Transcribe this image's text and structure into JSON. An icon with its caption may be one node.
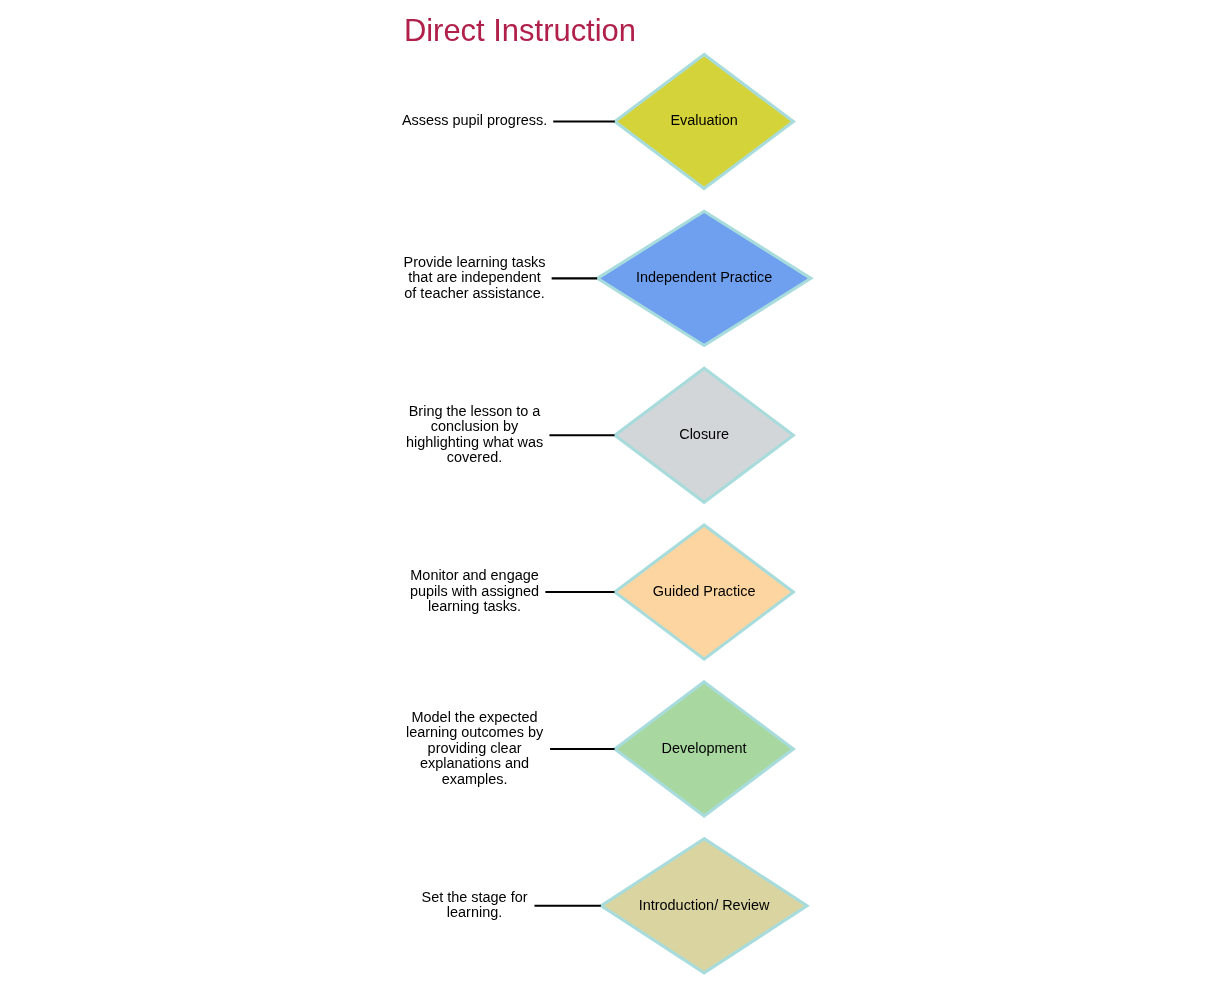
{
  "diagram": {
    "title": "Direct Instruction",
    "nodes": [
      {
        "text": [
          "Introduction/ Review"
        ]
      },
      {
        "text": [
          "Development"
        ]
      },
      {
        "text": [
          "Guided Practice"
        ]
      },
      {
        "text": [
          "Closure"
        ]
      },
      {
        "text": [
          "Independent Practice"
        ]
      },
      {
        "text": [
          "Evaluation"
        ]
      },
      {
        "text": [
          "Set the stage for learning."
        ]
      },
      {
        "text": [
          "Model the expected learning outcomes by providing clear explanations and examples."
        ]
      },
      {
        "text": [
          "Monitor and engage pupils with assigned learning tasks."
        ]
      },
      {
        "text": [
          "Bring the lesson to a conclusion by highlighting what was covered."
        ]
      },
      {
        "text": [
          "Provide learning tasks that are independent of teacher assistance."
        ]
      },
      {
        "text": [
          "Assess pupil progress."
        ]
      }
    ],
    "edges": [
      {
        "from": 6,
        "to": 0,
        "arrow": "none"
      },
      {
        "from": 7,
        "to": 1,
        "arrow": "none"
      },
      {
        "from": 8,
        "to": 2,
        "arrow": "none"
      },
      {
        "from": 9,
        "to": 3,
        "arrow": "none"
      },
      {
        "from": 10,
        "to": 4,
        "arrow": "none"
      },
      {
        "from": 11,
        "to": 5,
        "arrow": "none"
      }
    ]
  }
}
